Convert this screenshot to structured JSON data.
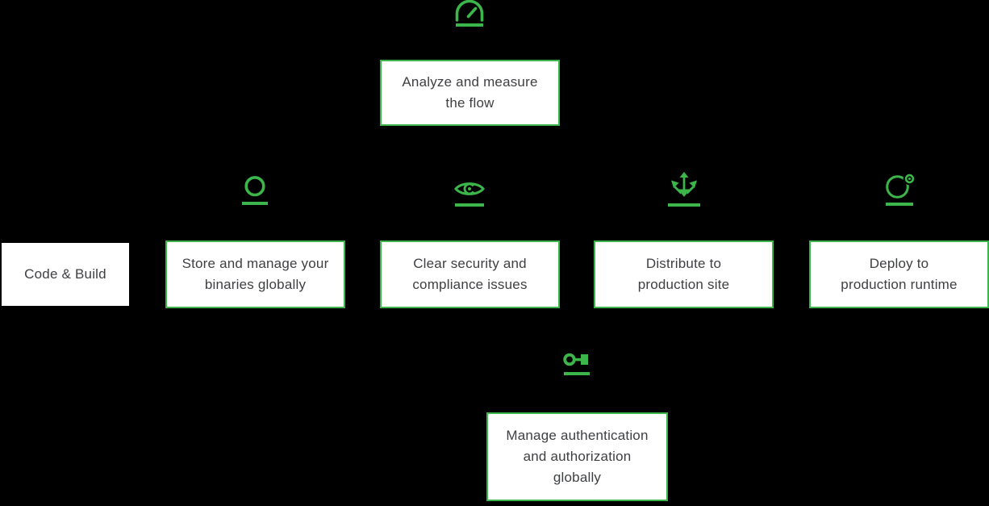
{
  "theme": {
    "background": "#000000",
    "accent_green": "#3cb54a",
    "box_background": "#ffffff",
    "text_color": "#3e3f42"
  },
  "flow": {
    "top": {
      "icon": "gauge-icon",
      "label": "Analyze and measure the flow",
      "lines": [
        "Analyze and measure",
        "the flow"
      ]
    },
    "row": [
      {
        "icon": "",
        "label": "Code & Build",
        "lines": [
          "Code & Build"
        ]
      },
      {
        "icon": "circle-icon",
        "label": "Store and manage your binaries globally",
        "lines": [
          "Store and manage your",
          "binaries globally"
        ]
      },
      {
        "icon": "eye-icon",
        "label": "Clear security and compliance issues",
        "lines": [
          "Clear security and",
          "compliance issues"
        ]
      },
      {
        "icon": "distribution-arrows-icon",
        "label": "Distribute to production site",
        "lines": [
          "Distribute to",
          "production site"
        ]
      },
      {
        "icon": "orbit-circle-icon",
        "label": "Deploy to production runtime",
        "lines": [
          "Deploy to",
          "production runtime"
        ]
      }
    ],
    "bottom": {
      "icon": "key-icon",
      "label": "Manage authentication and authorization globally",
      "lines": [
        "Manage authentication",
        "and authorization",
        "globally"
      ]
    }
  }
}
